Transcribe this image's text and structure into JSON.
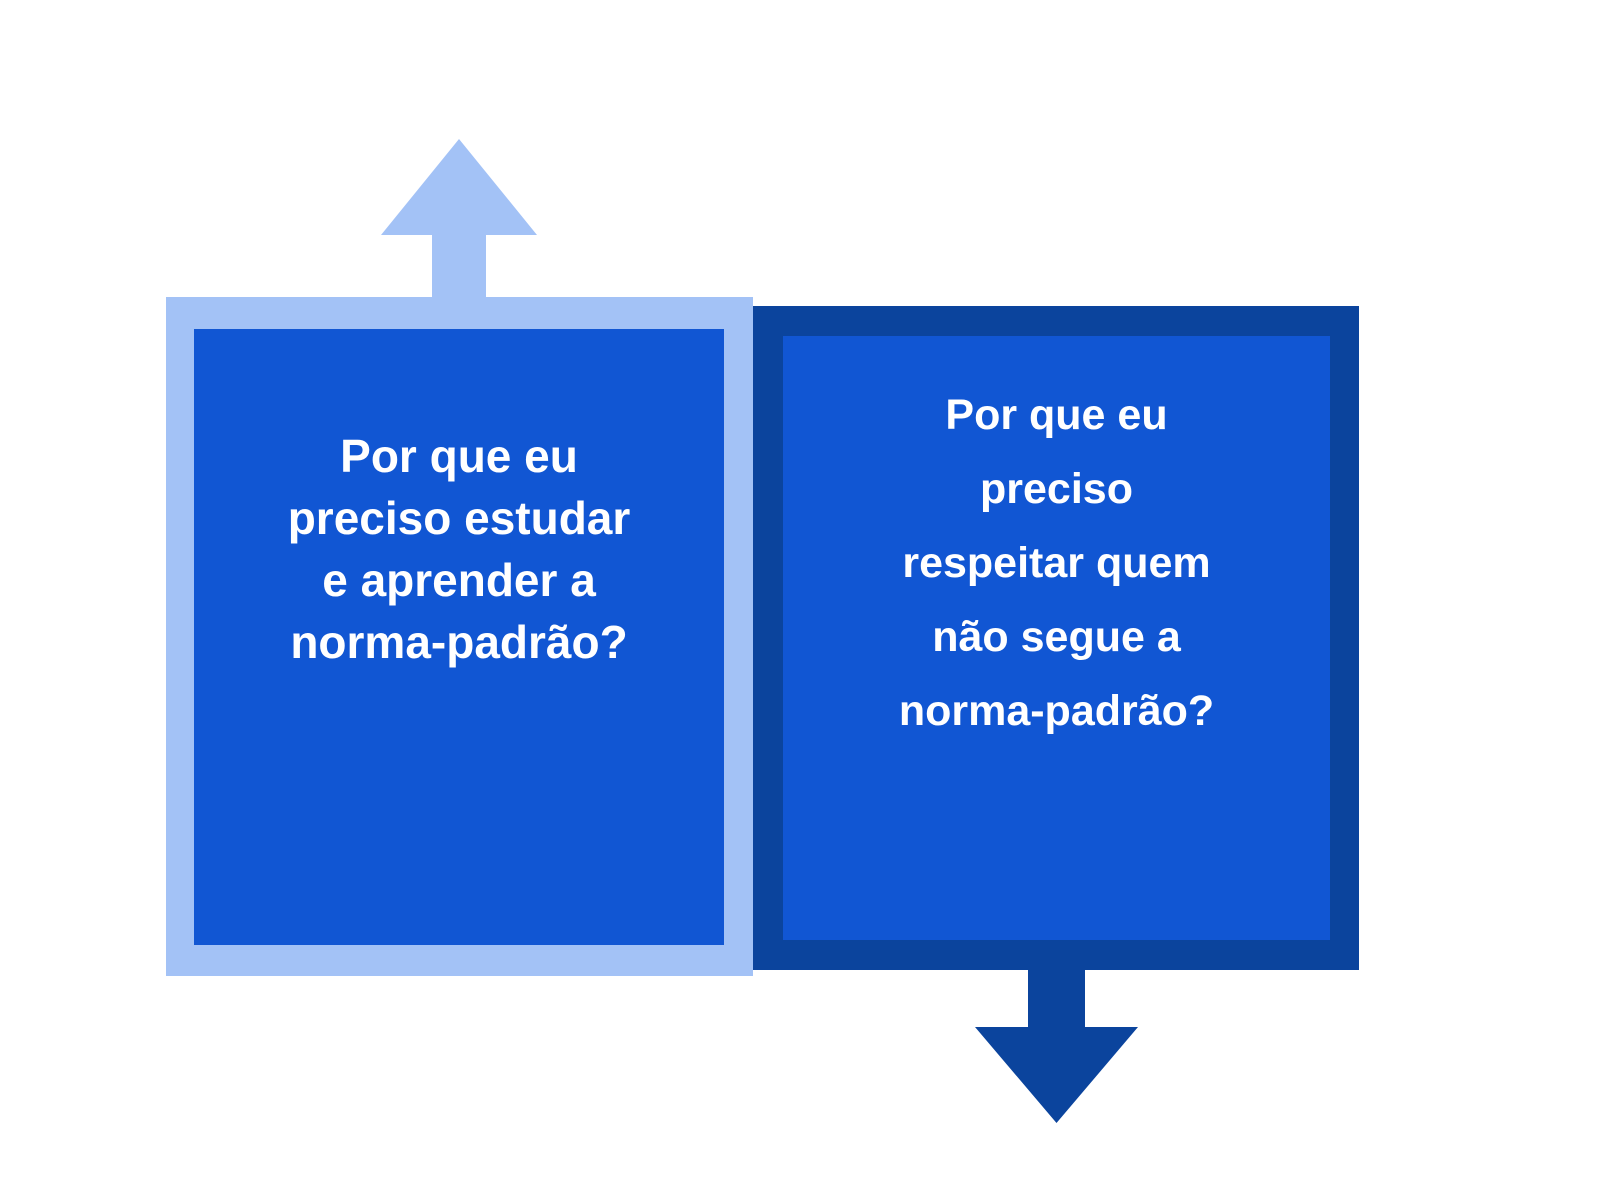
{
  "colors": {
    "background": "#FFFFFF",
    "light_blue": "#A3C2F6",
    "royal_blue": "#1156D3",
    "navy_blue": "#0B449D",
    "text": "#FFFFFF"
  },
  "cards": [
    {
      "id": "left",
      "text": "Por que eu\npreciso estudar\ne aprender a\nnorma-padrão?",
      "arrow_direction": "up"
    },
    {
      "id": "right",
      "text": "Por que eu\npreciso\nrespeitar quem\nnão segue a\nnorma-padrão?",
      "arrow_direction": "down"
    }
  ]
}
